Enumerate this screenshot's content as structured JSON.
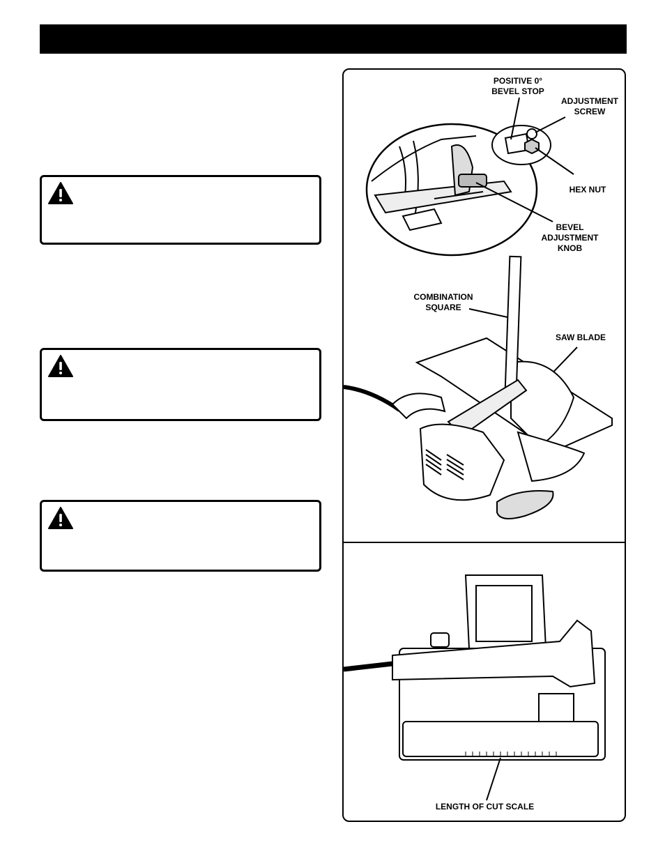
{
  "figure_top": {
    "labels": {
      "positive_bevel_stop": "POSITIVE 0°\nBEVEL STOP",
      "adjustment_screw": "ADJUSTMENT\nSCREW",
      "hex_nut": "HEX NUT",
      "bevel_adjustment_knob": "BEVEL\nADJUSTMENT\nKNOB",
      "combination_square": "COMBINATION\nSQUARE",
      "saw_blade": "SAW BLADE"
    }
  },
  "figure_bottom": {
    "labels": {
      "length_of_cut_scale": "LENGTH OF CUT SCALE"
    }
  }
}
